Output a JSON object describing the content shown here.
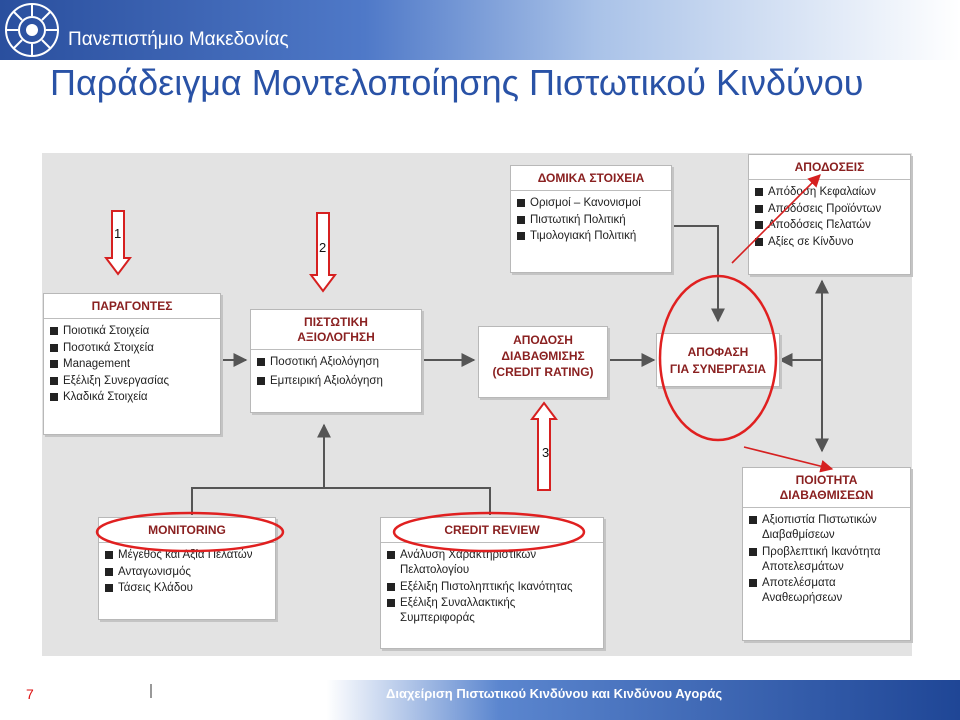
{
  "header": {
    "university": "Πανεπιστήμιο Μακεδονίας",
    "colors": {
      "accent": "#2952a6",
      "box_title": "#8a2020",
      "highlight": "#e02020"
    }
  },
  "slide": {
    "title": "Παράδειγμα Μοντελοποίησης Πιστωτικού Κινδύνου",
    "page_number": "7",
    "footer_text": "Διαχείριση Πιστωτικού Κινδύνου και Κινδύνου Αγοράς"
  },
  "diagram": {
    "factors": {
      "title": "ΠΑΡΑΓΟΝΤΕΣ",
      "items": [
        "Ποιοτικά Στοιχεία",
        "Ποσοτικά Στοιχεία",
        "Management",
        "Εξέλιξη Συνεργασίας",
        "Κλαδικά Στοιχεία"
      ]
    },
    "credit_evaluation": {
      "title_line1": "ΠΙΣΤΩΤΙΚΗ",
      "title_line2": "ΑΞΙΟΛΟΓΗΣΗ",
      "items": [
        "Ποσοτική Αξιολόγηση",
        "Εμπειρική Αξιολόγηση"
      ]
    },
    "rating_assignment": {
      "title_line1": "ΑΠΟΔΟΣΗ",
      "title_line2": "ΔΙΑΒΑΘΜΙΣΗΣ",
      "title_line3": "(CREDIT RATING)"
    },
    "structural_elements": {
      "title": "ΔΟΜΙΚΑ ΣΤΟΙΧΕΙΑ",
      "items": [
        "Ορισμοί – Κανονισμοί",
        "Πιστωτική Πολιτική",
        "Τιμολογιακή Πολιτική"
      ]
    },
    "returns": {
      "title": "ΑΠΟΔΟΣΕΙΣ",
      "items": [
        "Απόδοση Κεφαλαίων",
        "Αποδόσεις Προϊόντων",
        "Αποδόσεις Πελατών",
        "Αξίες σε Κίνδυνο"
      ]
    },
    "cooperation_decision": {
      "title_line1": "ΑΠΟΦΑΣΗ",
      "title_line2": "ΓΙΑ ΣΥΝΕΡΓΑΣΙΑ"
    },
    "monitoring": {
      "title": "MONITORING",
      "items": [
        "Μέγεθος και Αξία Πελατών",
        "Ανταγωνισμός",
        "Τάσεις Κλάδου"
      ]
    },
    "credit_review": {
      "title": "CREDIT REVIEW",
      "items": [
        "Ανάλυση Χαρακτηριστικών Πελατολογίου",
        "Εξέλιξη Πιστοληπτικής Ικανότητας",
        "Εξέλιξη Συναλλακτικής Συμπεριφοράς"
      ]
    },
    "rating_quality": {
      "title_line1": "ΠΟΙΟΤΗΤΑ",
      "title_line2": "ΔΙΑΒΑΘΜΙΣΕΩΝ",
      "items": [
        "Αξιοπιστία Πιστωτικών Διαβαθμίσεων",
        "Προβλεπτική Ικανότητα Αποτελεσμάτων",
        "Αποτελέσματα Αναθεωρήσεων"
      ]
    },
    "annotations": {
      "label_1": "1",
      "label_2": "2",
      "label_3": "3"
    }
  }
}
